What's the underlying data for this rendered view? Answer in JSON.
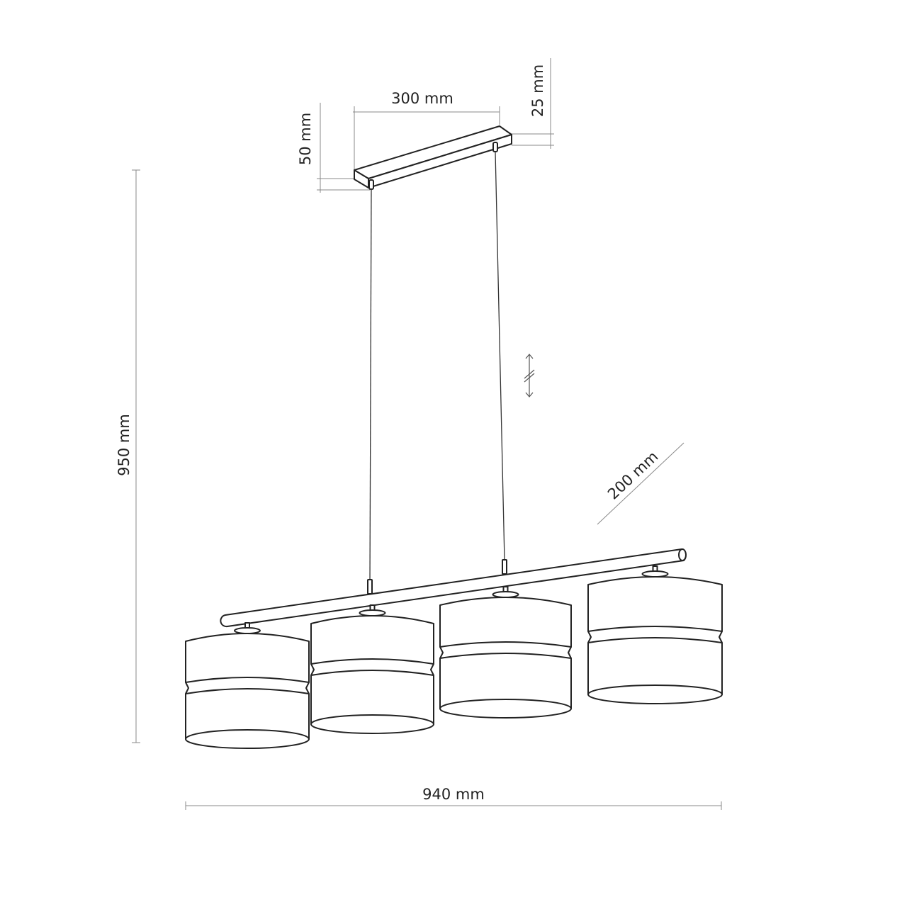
{
  "title": "Pendant lamp technical dimensions",
  "dimensions": {
    "canopy_length": "300 mm",
    "canopy_height": "50 mm",
    "canopy_thickness": "25 mm",
    "total_height": "950 mm",
    "total_width": "940 mm",
    "shade_diameter": "200 mm"
  },
  "shade_count": 4,
  "line_color": "#222222",
  "dimension_color": "#888888"
}
